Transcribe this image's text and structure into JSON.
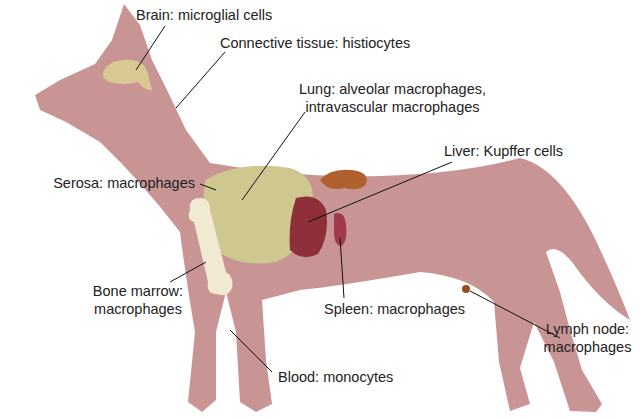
{
  "diagram": {
    "labels": [
      "Brain: microglial cells",
      "Connective tissue: histiocytes",
      "Lung: alveolar macrophages, intravascular macrophages",
      "Liver: Kupffer cells",
      "Serosa: macrophages",
      "Bone marrow: macrophages",
      "Spleen: macrophages",
      "Lymph node: macrophages",
      "Blood: monocytes"
    ]
  }
}
